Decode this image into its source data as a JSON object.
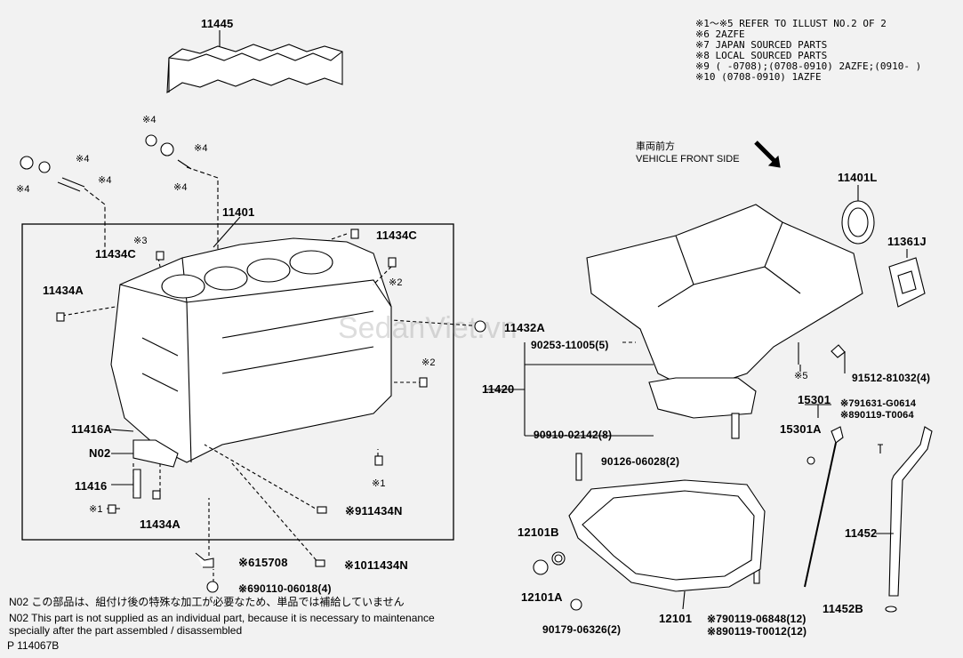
{
  "notes": {
    "line1": "※1～※5 REFER TO ILLUST NO.2 OF 2",
    "line2": "※6 2AZFE",
    "line3": "※7 JAPAN SOURCED PARTS",
    "line4": "※8 LOCAL SOURCED PARTS",
    "line5": "※9 (   -0708);(0708-0910) 2AZFE;(0910-    )",
    "line6": "※10 (0708-0910) 1AZFE"
  },
  "direction": {
    "jp": "車両前方",
    "en": "VEHICLE FRONT SIDE"
  },
  "watermark": "SedanViet.vn",
  "labels": {
    "l11445": "11445",
    "a4_1": "※4",
    "a4_2": "※4",
    "a4_3": "※4",
    "a4_4": "※4",
    "a4_5": "※4",
    "a4_6": "※4",
    "l11401": "11401",
    "l11434C_1": "11434C",
    "a3": "※3",
    "l11434C_2": "11434C",
    "l11434A_1": "11434A",
    "a2_1": "※2",
    "a2_2": "※2",
    "l11416A": "11416A",
    "lN02": "N02",
    "l11416": "11416",
    "a1_1": "※1",
    "a1_2": "※1",
    "l11434A_2": "11434A",
    "l11434N_1": "※911434N",
    "l15708": "※615708",
    "l11434N_2": "※1011434N",
    "l90110": "※690110-06018(4)",
    "l11432A": "11432A",
    "l90253": "90253-11005(5)",
    "l11420": "11420",
    "l90910": "90910-02142(8)",
    "l11401L": "11401L",
    "l11361J": "11361J",
    "l91512": "91512-81032(4)",
    "a5": "※5",
    "l15301": "15301",
    "l15301A": "15301A",
    "l791631": "※791631-G0614",
    "l890119": "※890119-T0064",
    "l90126": "90126-06028(2)",
    "l12101B": "12101B",
    "l12101A": "12101A",
    "l12101": "12101",
    "l90179": "90179-06326(2)",
    "l790119": "※790119-06848(12)",
    "l890119b": "※890119-T0012(12)",
    "l11452": "11452",
    "l11452B": "11452B"
  },
  "footnotes": {
    "jp": "N02  この部品は、組付け後の特殊な加工が必要なため、単品では補給していません",
    "en1": "N02  This part is not supplied as an individual part, because it is necessary to maintenance",
    "en2": "       specially after the part assembled / disassembled"
  },
  "illus_no": "P 114067B"
}
